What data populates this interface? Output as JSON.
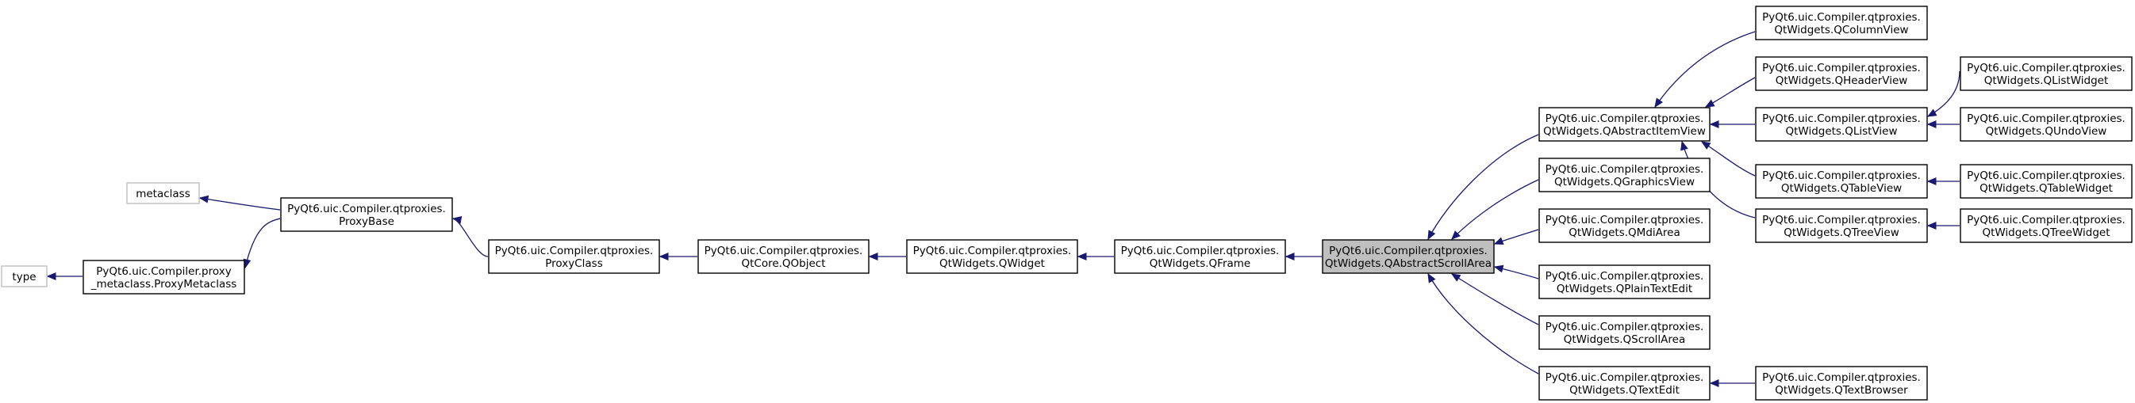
{
  "diagram": {
    "type": "inheritance-graph",
    "nodes": [
      {
        "id": "type",
        "lines": [
          "type"
        ],
        "style": "gray"
      },
      {
        "id": "metaclass",
        "lines": [
          "metaclass"
        ],
        "style": "gray"
      },
      {
        "id": "ProxyMetaclass",
        "lines": [
          "PyQt6.uic.Compiler.proxy",
          "_metaclass.ProxyMetaclass"
        ],
        "style": "normal"
      },
      {
        "id": "ProxyBase",
        "lines": [
          "PyQt6.uic.Compiler.qtproxies.",
          "ProxyBase"
        ],
        "style": "normal"
      },
      {
        "id": "ProxyClass",
        "lines": [
          "PyQt6.uic.Compiler.qtproxies.",
          "ProxyClass"
        ],
        "style": "normal"
      },
      {
        "id": "QObject",
        "lines": [
          "PyQt6.uic.Compiler.qtproxies.",
          "QtCore.QObject"
        ],
        "style": "normal"
      },
      {
        "id": "QWidget",
        "lines": [
          "PyQt6.uic.Compiler.qtproxies.",
          "QtWidgets.QWidget"
        ],
        "style": "normal"
      },
      {
        "id": "QFrame",
        "lines": [
          "PyQt6.uic.Compiler.qtproxies.",
          "QtWidgets.QFrame"
        ],
        "style": "normal"
      },
      {
        "id": "QAbstractScrollArea",
        "lines": [
          "PyQt6.uic.Compiler.qtproxies.",
          "QtWidgets.QAbstractScrollArea"
        ],
        "style": "focus"
      },
      {
        "id": "QAbstractItemView",
        "lines": [
          "PyQt6.uic.Compiler.qtproxies.",
          "QtWidgets.QAbstractItemView"
        ],
        "style": "normal"
      },
      {
        "id": "QGraphicsView",
        "lines": [
          "PyQt6.uic.Compiler.qtproxies.",
          "QtWidgets.QGraphicsView"
        ],
        "style": "normal"
      },
      {
        "id": "QMdiArea",
        "lines": [
          "PyQt6.uic.Compiler.qtproxies.",
          "QtWidgets.QMdiArea"
        ],
        "style": "normal"
      },
      {
        "id": "QPlainTextEdit",
        "lines": [
          "PyQt6.uic.Compiler.qtproxies.",
          "QtWidgets.QPlainTextEdit"
        ],
        "style": "normal"
      },
      {
        "id": "QScrollArea",
        "lines": [
          "PyQt6.uic.Compiler.qtproxies.",
          "QtWidgets.QScrollArea"
        ],
        "style": "normal"
      },
      {
        "id": "QTextEdit",
        "lines": [
          "PyQt6.uic.Compiler.qtproxies.",
          "QtWidgets.QTextEdit"
        ],
        "style": "normal"
      },
      {
        "id": "QColumnView",
        "lines": [
          "PyQt6.uic.Compiler.qtproxies.",
          "QtWidgets.QColumnView"
        ],
        "style": "normal"
      },
      {
        "id": "QHeaderView",
        "lines": [
          "PyQt6.uic.Compiler.qtproxies.",
          "QtWidgets.QHeaderView"
        ],
        "style": "normal"
      },
      {
        "id": "QListView",
        "lines": [
          "PyQt6.uic.Compiler.qtproxies.",
          "QtWidgets.QListView"
        ],
        "style": "normal"
      },
      {
        "id": "QTableView",
        "lines": [
          "PyQt6.uic.Compiler.qtproxies.",
          "QtWidgets.QTableView"
        ],
        "style": "normal"
      },
      {
        "id": "QTreeView",
        "lines": [
          "PyQt6.uic.Compiler.qtproxies.",
          "QtWidgets.QTreeView"
        ],
        "style": "normal"
      },
      {
        "id": "QTextBrowser",
        "lines": [
          "PyQt6.uic.Compiler.qtproxies.",
          "QtWidgets.QTextBrowser"
        ],
        "style": "normal"
      },
      {
        "id": "QListWidget",
        "lines": [
          "PyQt6.uic.Compiler.qtproxies.",
          "QtWidgets.QListWidget"
        ],
        "style": "normal"
      },
      {
        "id": "QUndoView",
        "lines": [
          "PyQt6.uic.Compiler.qtproxies.",
          "QtWidgets.QUndoView"
        ],
        "style": "normal"
      },
      {
        "id": "QTableWidget",
        "lines": [
          "PyQt6.uic.Compiler.qtproxies.",
          "QtWidgets.QTableWidget"
        ],
        "style": "normal"
      },
      {
        "id": "QTreeWidget",
        "lines": [
          "PyQt6.uic.Compiler.qtproxies.",
          "QtWidgets.QTreeWidget"
        ],
        "style": "normal"
      }
    ],
    "edges": [
      {
        "from": "ProxyMetaclass",
        "to": "type"
      },
      {
        "from": "ProxyBase",
        "to": "metaclass"
      },
      {
        "from": "ProxyBase",
        "to": "ProxyMetaclass"
      },
      {
        "from": "ProxyClass",
        "to": "ProxyBase"
      },
      {
        "from": "QObject",
        "to": "ProxyClass"
      },
      {
        "from": "QWidget",
        "to": "QObject"
      },
      {
        "from": "QFrame",
        "to": "QWidget"
      },
      {
        "from": "QAbstractScrollArea",
        "to": "QFrame"
      },
      {
        "from": "QAbstractItemView",
        "to": "QAbstractScrollArea"
      },
      {
        "from": "QGraphicsView",
        "to": "QAbstractScrollArea"
      },
      {
        "from": "QMdiArea",
        "to": "QAbstractScrollArea"
      },
      {
        "from": "QPlainTextEdit",
        "to": "QAbstractScrollArea"
      },
      {
        "from": "QScrollArea",
        "to": "QAbstractScrollArea"
      },
      {
        "from": "QTextEdit",
        "to": "QAbstractScrollArea"
      },
      {
        "from": "QColumnView",
        "to": "QAbstractItemView"
      },
      {
        "from": "QHeaderView",
        "to": "QAbstractItemView"
      },
      {
        "from": "QListView",
        "to": "QAbstractItemView"
      },
      {
        "from": "QTableView",
        "to": "QAbstractItemView"
      },
      {
        "from": "QTreeView",
        "to": "QAbstractItemView"
      },
      {
        "from": "QTextBrowser",
        "to": "QTextEdit"
      },
      {
        "from": "QListWidget",
        "to": "QListView"
      },
      {
        "from": "QUndoView",
        "to": "QListView"
      },
      {
        "from": "QTableWidget",
        "to": "QTableView"
      },
      {
        "from": "QTreeWidget",
        "to": "QTreeView"
      }
    ],
    "colors": {
      "edge": "#191970",
      "focus_fill": "#bfbfbf",
      "border": "#000000",
      "gray_border": "#bfbfbf",
      "background": "#ffffff"
    }
  }
}
